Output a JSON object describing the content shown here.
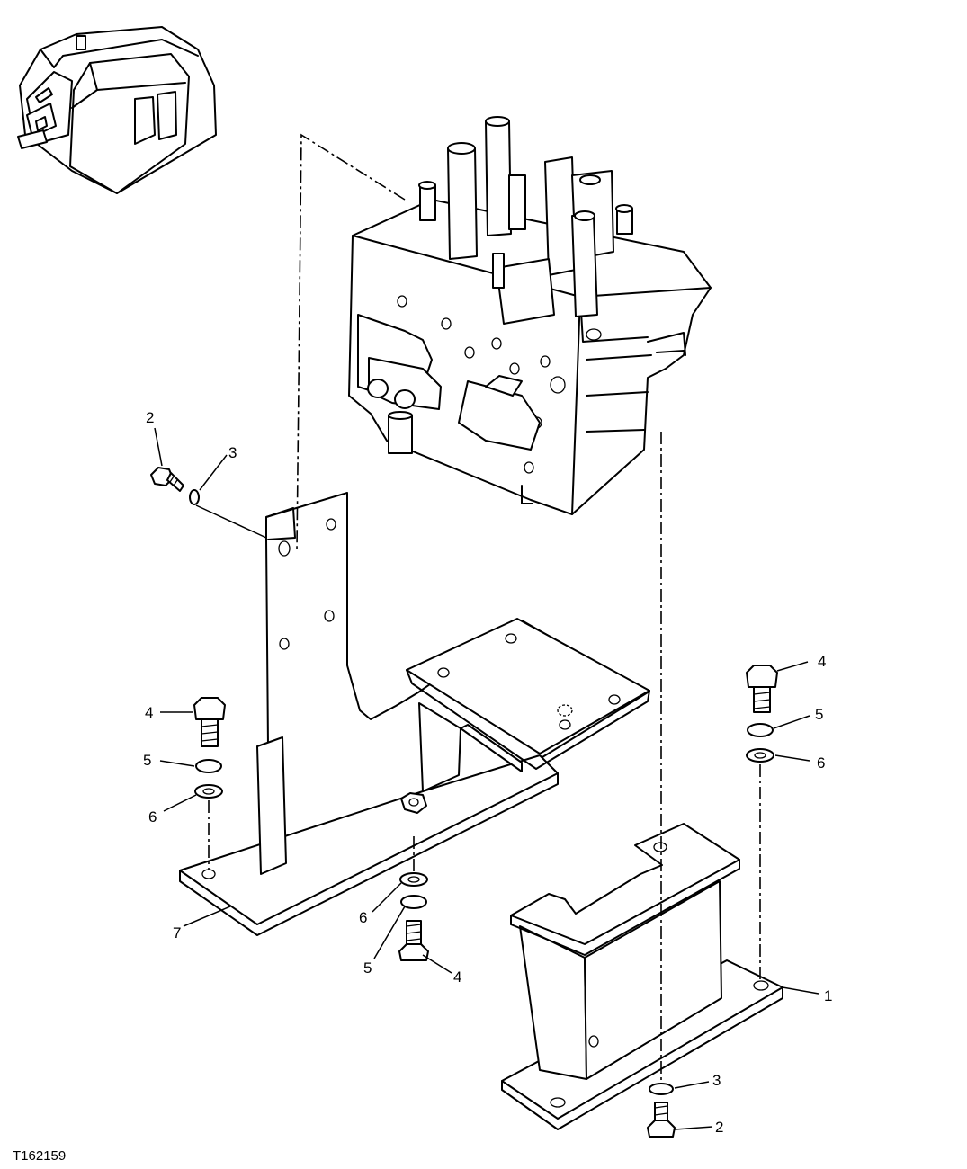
{
  "callouts": {
    "c1": "1",
    "c2a": "2",
    "c2b": "2",
    "c3a": "3",
    "c3b": "3",
    "c4a": "4",
    "c4b": "4",
    "c4c": "4",
    "c5a": "5",
    "c5b": "5",
    "c5c": "5",
    "c6a": "6",
    "c6b": "6",
    "c6c": "6",
    "c7": "7"
  },
  "figure_id": "T162159"
}
